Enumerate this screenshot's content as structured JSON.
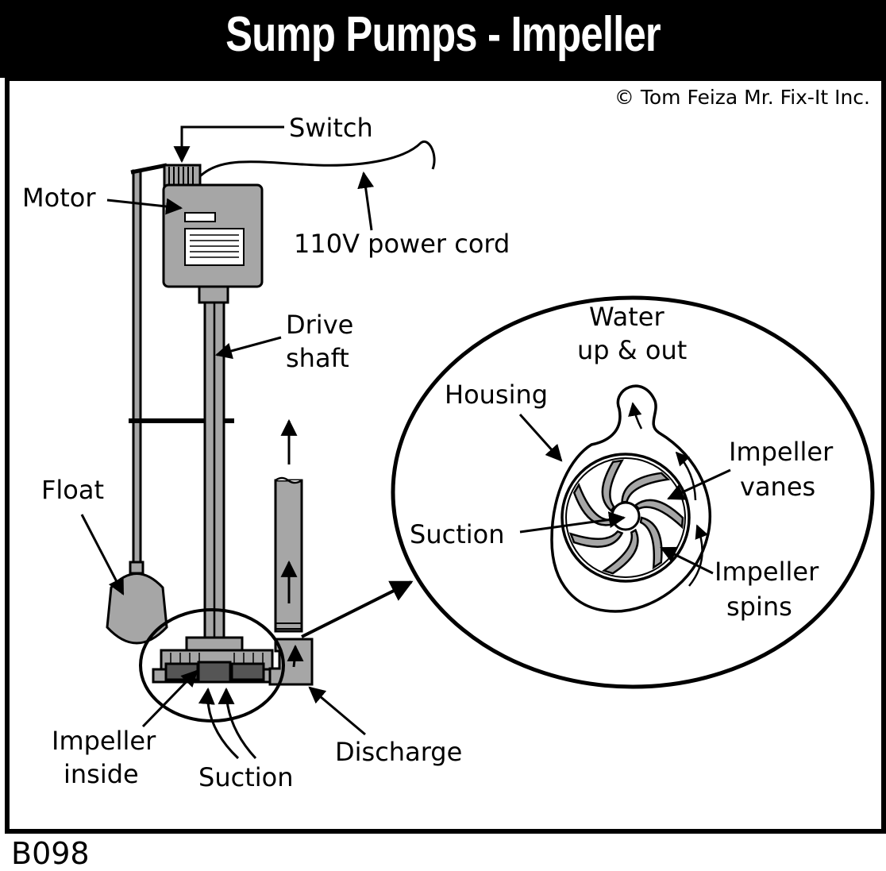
{
  "title": "Sump Pumps - Impeller",
  "copyright": "© Tom Feiza Mr. Fix-It Inc.",
  "code": "B098",
  "labels": {
    "switch": "Switch",
    "motor": "Motor",
    "power_cord": "110V power cord",
    "drive_shaft_1": "Drive",
    "drive_shaft_2": "shaft",
    "float": "Float",
    "impeller_inside_1": "Impeller",
    "impeller_inside_2": "inside",
    "suction_bottom": "Suction",
    "discharge": "Discharge",
    "water_1": "Water",
    "water_2": "up & out",
    "housing": "Housing",
    "impeller_vanes_1": "Impeller",
    "impeller_vanes_2": "vanes",
    "suction_detail": "Suction",
    "impeller_spins_1": "Impeller",
    "impeller_spins_2": "spins"
  },
  "colors": {
    "ink": "#000000",
    "gray": "#a6a6a6",
    "dark_gray": "#555555",
    "paper": "#ffffff"
  }
}
